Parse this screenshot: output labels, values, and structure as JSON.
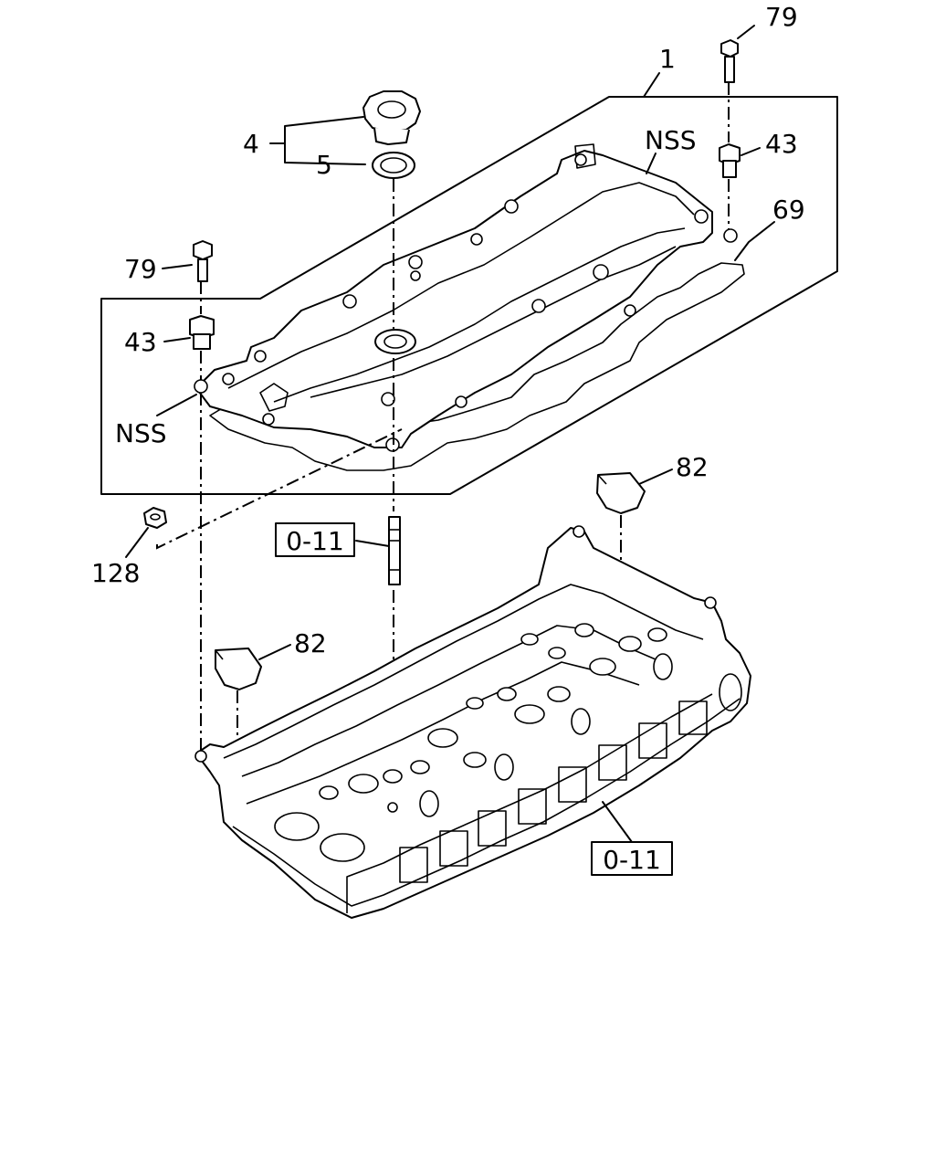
{
  "callouts": {
    "assembly": "1",
    "filler_cap": "4",
    "cap_seal": "5",
    "bolt_top_right": "79",
    "bolt_left": "79",
    "spacer_right": "43",
    "spacer_left": "43",
    "gasket": "69",
    "cover_nss": "NSS",
    "gasket_nss": "NSS",
    "nut": "128",
    "cap_right": "82",
    "cap_left": "82"
  },
  "references": {
    "stud_ref": "0-11",
    "head_ref": "0-11"
  }
}
